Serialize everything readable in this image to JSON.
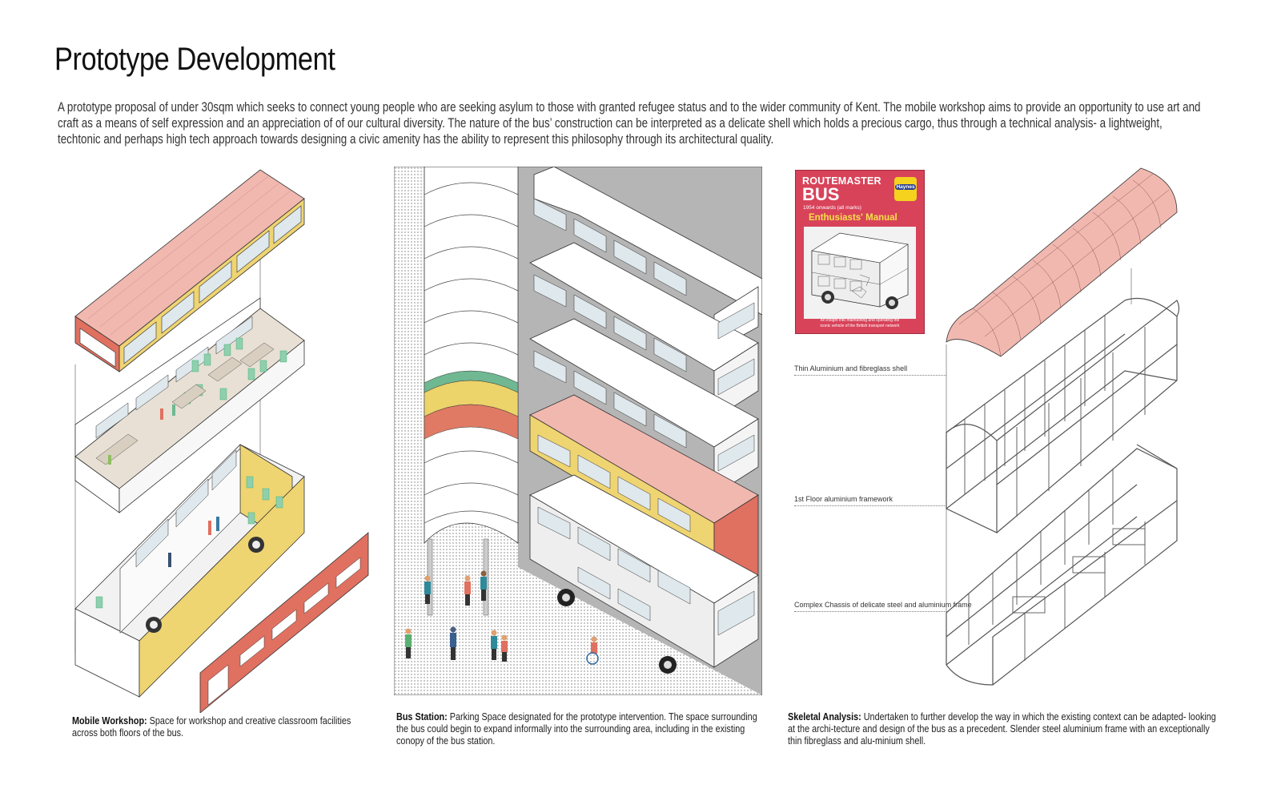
{
  "page": {
    "title": "Prototype Development",
    "intro": "A prototype proposal of under 30sqm which seeks to connect young people who are seeking asylum to those with granted refugee status and to the wider community of Kent. The mobile workshop aims to provide an opportunity to use art and craft as a means of self expression and an appreciation of of our cultural diversity. The nature of the bus’ construction can be interpreted as a delicate shell which holds a precious cargo, thus through a technical analysis- a lightweight, techtonic and perhaps high tech approach towards designing a civic amenity has the ability to represent this philosophy through its architectural quality."
  },
  "captions": {
    "workshop": {
      "heading": "Mobile Workshop:",
      "text": " Space for workshop and creative classroom facilities across both floors of the bus."
    },
    "station": {
      "heading": "Bus Station:",
      "text": " Parking Space designated for the prototype intervention. The space surrounding the bus could begin to expand informally into the surrounding area, including in the existing conopy of the bus station."
    },
    "skeletal": {
      "heading": "Skeletal Analysis:",
      "text": " Undertaken to further develop the way in which the existing context can be adapted- looking at the archi-tecture and design of the bus as a precedent. Slender steel aluminium frame with an exceptionally thin fibreglass and alu-minium shell."
    }
  },
  "manual": {
    "line1": "ROUTEMASTER",
    "line2": "BUS",
    "subtitle": "1954 onwards (all marks)",
    "banner": "Enthusiasts' Manual",
    "brand": "Haynes",
    "footer1": "An insight into maintaining and operating the",
    "footer2": "iconic vehicle of the British transport network"
  },
  "labels": {
    "shell": "Thin Aluminium and fibreglass shell",
    "framework": "1st Floor aluminium framework",
    "chassis": "Complex Chassis of delicate steel and aluminium frame"
  },
  "colors": {
    "roof_pink": "#f1b8b0",
    "bus_yellow": "#efd472",
    "bus_red": "#e07060",
    "seat_green": "#8fcfb0",
    "canopy_green": "#6fb892",
    "canopy_yellow": "#ecd36a",
    "canopy_red": "#e07a64",
    "manual_red": "#d8435a",
    "road_grey": "#b5b5b5"
  }
}
